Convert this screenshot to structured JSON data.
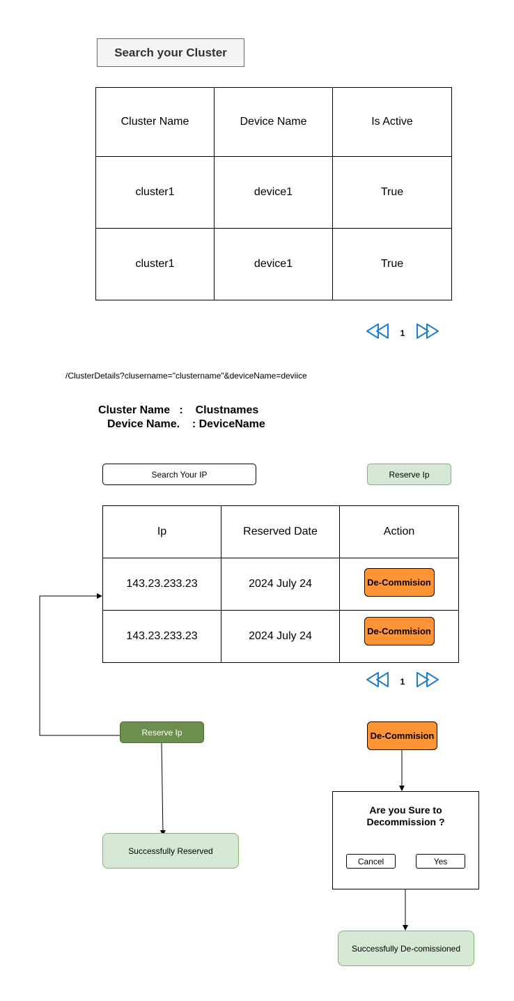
{
  "cluster_search": {
    "label": "Search your Cluster"
  },
  "cluster_table": {
    "headers": [
      "Cluster Name",
      "Device Name",
      "Is Active"
    ],
    "rows": [
      [
        "cluster1",
        "device1",
        "True"
      ],
      [
        "cluster1",
        "device1",
        "True"
      ]
    ]
  },
  "pager_top": {
    "page": "1"
  },
  "route": {
    "url": "/ClusterDetails?clusername=\"clustername\"&deviceName=deviice"
  },
  "details": {
    "cluster_line": "Cluster Name   :    Clustnames",
    "device_line": "Device Name.    : DeviceName"
  },
  "ip_toolbar": {
    "search_label": "Search Your IP",
    "reserve_label": "Reserve Ip"
  },
  "ip_table": {
    "headers": [
      "Ip",
      "Reserved Date",
      "Action"
    ],
    "rows": [
      {
        "ip": "143.23.233.23",
        "date": "2024 July 24",
        "action": "De-Commision"
      },
      {
        "ip": "143.23.233.23",
        "date": "2024 July 24",
        "action": "De-Commision"
      }
    ]
  },
  "pager_bottom": {
    "page": "1"
  },
  "flow_reserve": {
    "button": "Reserve Ip",
    "result": "Successfully Reserved"
  },
  "flow_decommission": {
    "button": "De-Commision",
    "question": "Are you Sure to\nDecommission ?",
    "cancel": "Cancel",
    "yes": "Yes",
    "result": "Successfully De-comissioned"
  },
  "colors": {
    "pager_icon": "#1b7ed6",
    "decommission": "#fd9436",
    "reserve_light": "#d5e8d4",
    "reserve_dark": "#6d8f4d"
  }
}
